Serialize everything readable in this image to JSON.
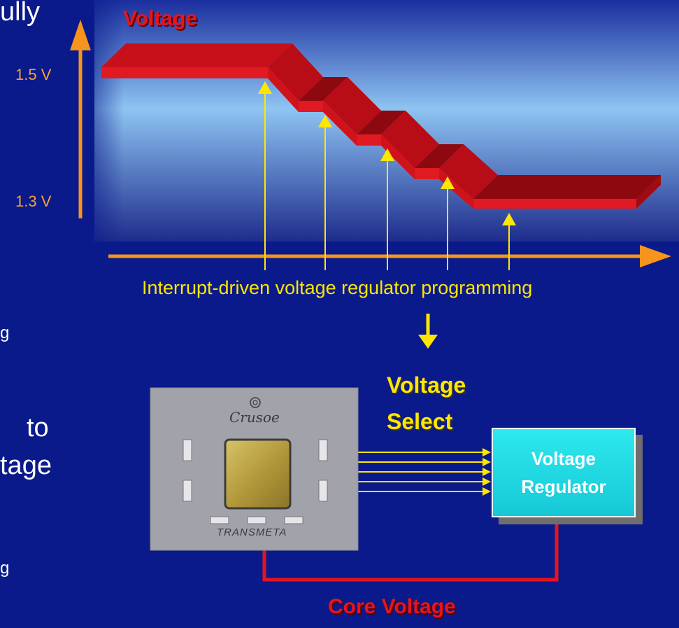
{
  "left_text": {
    "fragment_1": "ully",
    "fragment_2": "g",
    "fragment_3": "to",
    "fragment_4": "tage",
    "fragment_5": "g"
  },
  "axis_labels": {
    "high": "1.5 V",
    "low": "1.3 V"
  },
  "chart": {
    "title": "Voltage",
    "caption": "Interrupt-driven voltage regulator programming"
  },
  "diagram": {
    "voltage_select_line1": "Voltage",
    "voltage_select_line2": "Select",
    "regulator_line1": "Voltage",
    "regulator_line2": "Regulator",
    "core_voltage": "Core Voltage",
    "chip_logo": "Crusoe",
    "chip_brand": "TRANSMETA"
  },
  "colors": {
    "background": "#0a1a8a",
    "accent_orange": "#f7941d",
    "accent_yellow": "#ffe600",
    "step_red": "#c8101a",
    "regulator_cyan": "#22d9e2",
    "feedback_red": "#e8141c"
  },
  "icons": {
    "up_arrow": "up-arrow-icon",
    "right_arrow": "right-arrow-icon",
    "down_arrow": "down-arrow-icon"
  }
}
